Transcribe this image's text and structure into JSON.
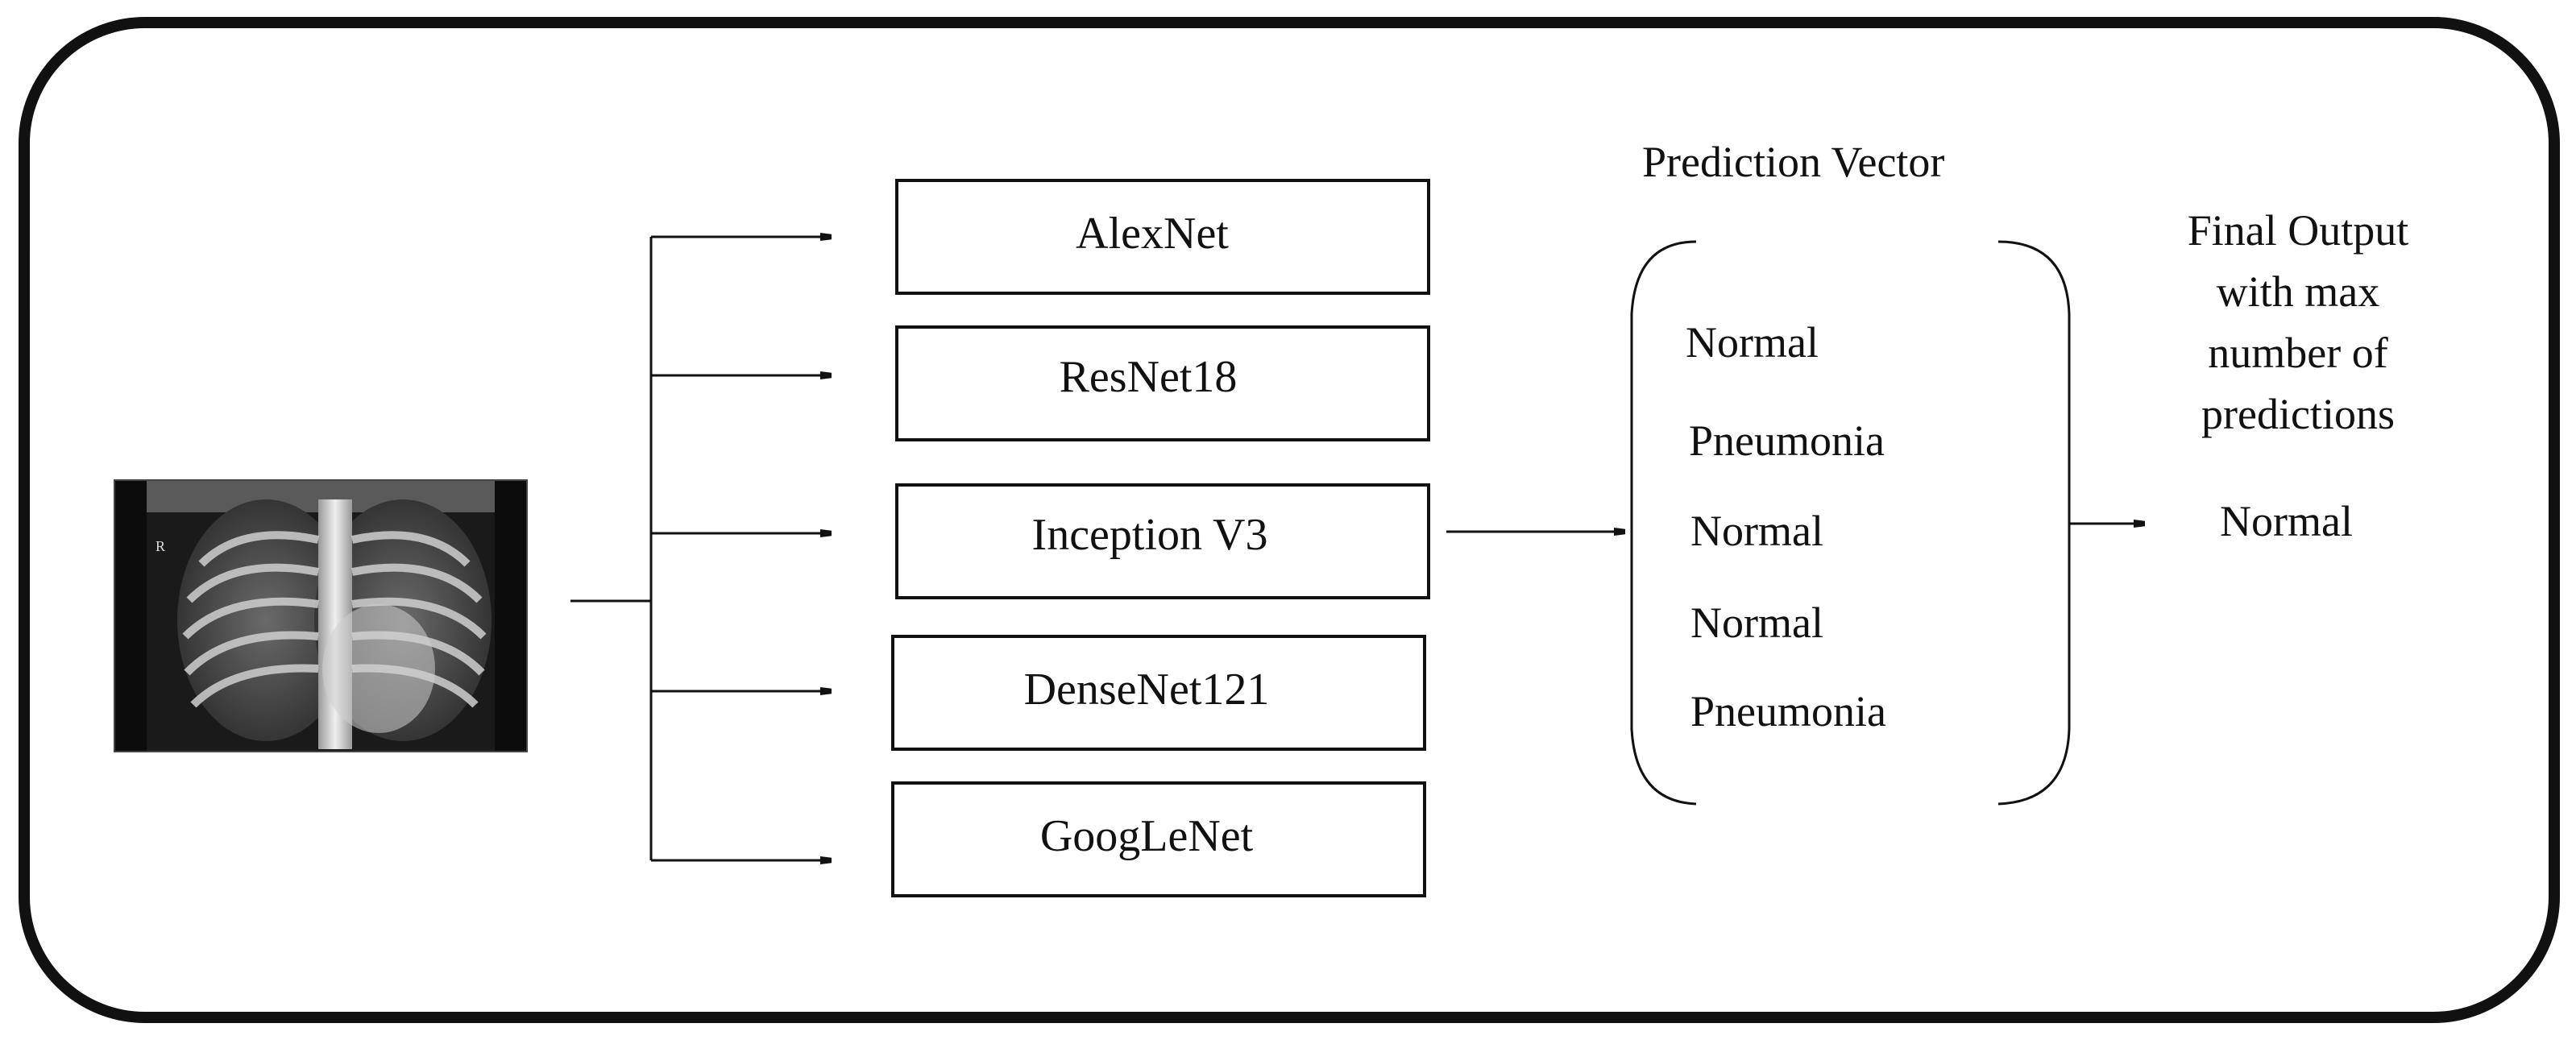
{
  "models": [
    {
      "label": "AlexNet"
    },
    {
      "label": "ResNet18"
    },
    {
      "label": "Inception V3"
    },
    {
      "label": "DenseNet121"
    },
    {
      "label": "GoogLeNet"
    }
  ],
  "prediction_vector": {
    "title": "Prediction Vector",
    "items": [
      "Normal",
      "Pneumonia",
      "Normal",
      "Normal",
      "Pneumonia"
    ]
  },
  "final_output": {
    "heading_lines": [
      "Final Output",
      "with max",
      "number of",
      "predictions"
    ],
    "value": "Normal"
  },
  "input_image": {
    "description_icon": "chest-xray-image",
    "marker_text": "R"
  },
  "colors": {
    "stroke": "#111111",
    "xray_dark": "#121212",
    "xray_bright": "#d8d8d8"
  }
}
